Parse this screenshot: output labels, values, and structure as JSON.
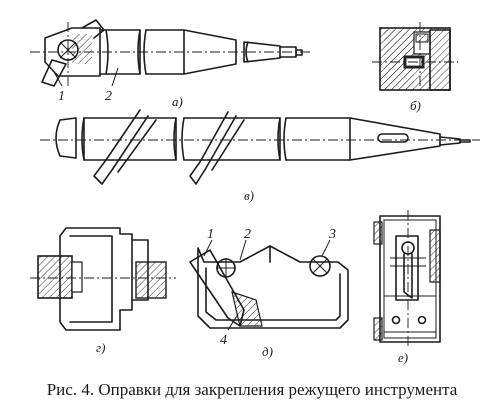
{
  "caption": "Рис. 4. Оправки для закрепления режущего инструмента",
  "panels": {
    "a": "а)",
    "b": "б)",
    "v": "в)",
    "g": "г)",
    "d": "д)",
    "e": "е)"
  },
  "callouts": {
    "a1": "1",
    "a2": "2",
    "d1": "1",
    "d2": "2",
    "d3": "3",
    "d4": "4"
  }
}
